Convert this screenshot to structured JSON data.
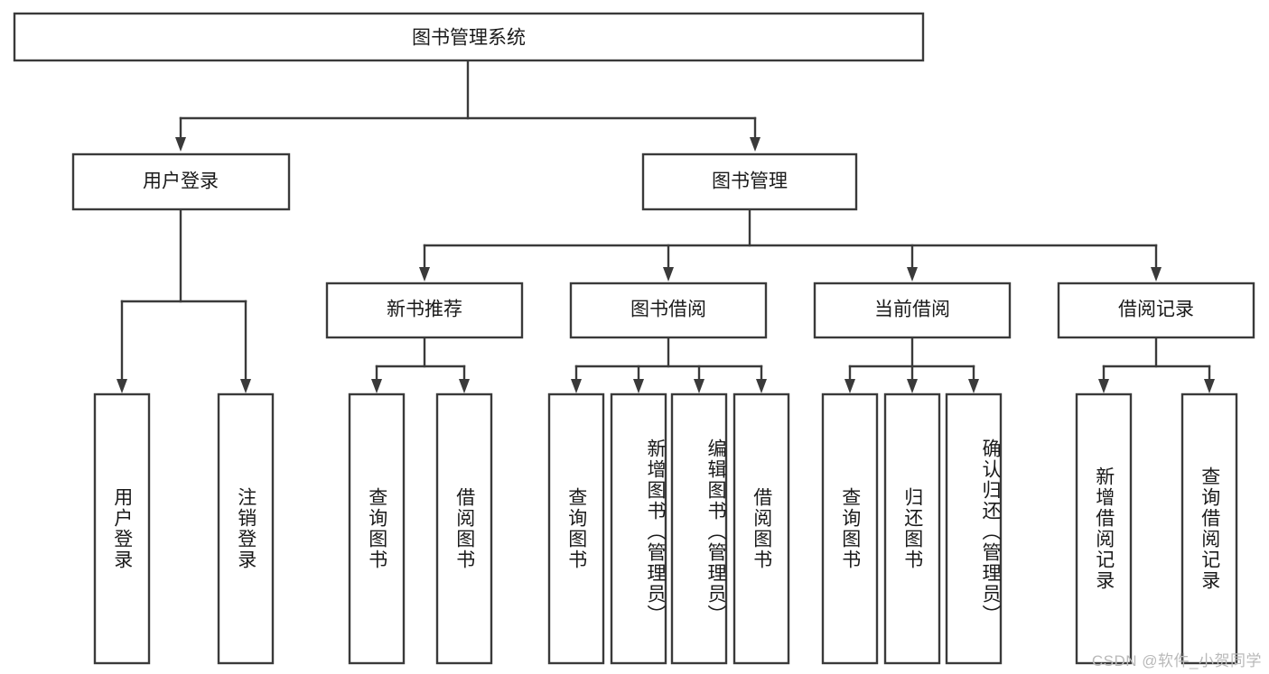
{
  "diagram": {
    "type": "tree-hierarchy",
    "title": "图书管理系统功能结构图",
    "colors": {
      "box_fill": "#ffffff",
      "box_stroke": "#3a3a3a",
      "text": "#1a1a1a",
      "background": "#ffffff",
      "watermark": "#b9b9b9"
    },
    "root": {
      "label": "图书管理系统"
    },
    "level2": [
      {
        "id": "user-login",
        "label": "用户登录"
      },
      {
        "id": "book-manage",
        "label": "图书管理"
      }
    ],
    "level3": [
      {
        "id": "new-book-recommend",
        "label": "新书推荐"
      },
      {
        "id": "book-borrow",
        "label": "图书借阅"
      },
      {
        "id": "current-borrow",
        "label": "当前借阅"
      },
      {
        "id": "borrow-record",
        "label": "借阅记录"
      }
    ],
    "leaves": {
      "user-login": [
        {
          "id": "leaf-user-login",
          "label": "用户登录",
          "align": "center"
        },
        {
          "id": "leaf-user-logout",
          "label": "注销登录",
          "align": "center"
        }
      ],
      "new-book-recommend": [
        {
          "id": "leaf-query-book-1",
          "label": "查询图书",
          "align": "center"
        },
        {
          "id": "leaf-borrow-book-1",
          "label": "借阅图书",
          "align": "center"
        }
      ],
      "book-borrow": [
        {
          "id": "leaf-query-book-2",
          "label": "查询图书",
          "align": "center"
        },
        {
          "id": "leaf-add-book",
          "label": "新增图书（管理员）",
          "align": "top"
        },
        {
          "id": "leaf-edit-book",
          "label": "编辑图书（管理员）",
          "align": "top"
        },
        {
          "id": "leaf-borrow-book-2",
          "label": "借阅图书",
          "align": "center"
        }
      ],
      "current-borrow": [
        {
          "id": "leaf-query-book-3",
          "label": "查询图书",
          "align": "center"
        },
        {
          "id": "leaf-return-book",
          "label": "归还图书",
          "align": "center"
        },
        {
          "id": "leaf-confirm-return",
          "label": "确认归还（管理员）",
          "align": "top"
        }
      ],
      "borrow-record": [
        {
          "id": "leaf-add-record",
          "label": "新增借阅记录",
          "align": "center"
        },
        {
          "id": "leaf-query-record",
          "label": "查询借阅记录",
          "align": "center"
        }
      ]
    },
    "watermark": "CSDN @软件_小贺同学"
  }
}
